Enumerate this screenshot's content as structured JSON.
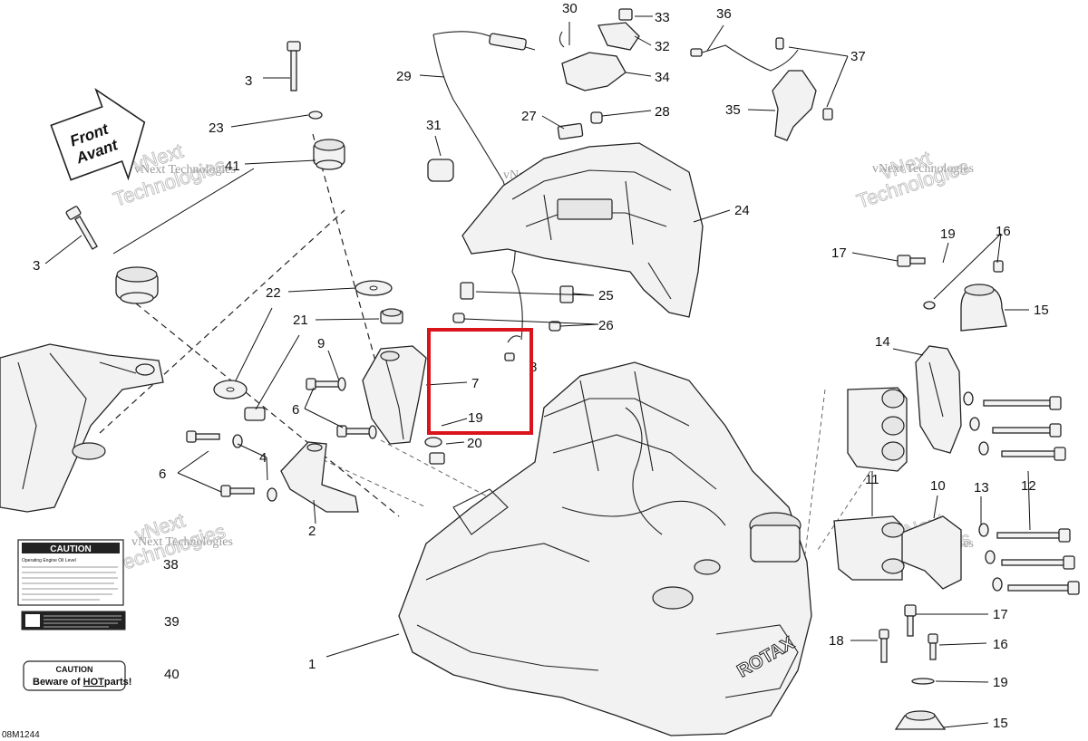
{
  "diagram_code": "08M1244",
  "arrow": {
    "line1": "Front",
    "line2": "Avant"
  },
  "watermark": {
    "company": "vNext Technologies",
    "word1": "vNext",
    "word2": "Technologies"
  },
  "labels": {
    "l3a": "3",
    "l23": "23",
    "l41": "41",
    "l3b": "3",
    "l22": "22",
    "l21": "21",
    "l9": "9",
    "l6a": "6",
    "l4": "4",
    "l6b": "6",
    "l2": "2",
    "l38": "38",
    "l39": "39",
    "l40": "40",
    "l1": "1",
    "l29": "29",
    "l30": "30",
    "l33": "33",
    "l32": "32",
    "l34": "34",
    "l27": "27",
    "l28": "28",
    "l31": "31",
    "l24": "24",
    "l25": "25",
    "l26": "26",
    "l8": "8",
    "l7": "7",
    "l19a": "19",
    "l20": "20",
    "l36": "36",
    "l37": "37",
    "l35": "35",
    "l17a": "17",
    "l19b": "19",
    "l16a": "16",
    "l15a": "15",
    "l14": "14",
    "l11": "11",
    "l13": "13",
    "l12": "12",
    "l10": "10",
    "l17b": "17",
    "l18": "18",
    "l16b": "16",
    "l19c": "19",
    "l15b": "15"
  },
  "decals": {
    "caution_label": {
      "title": "CAUTION",
      "subtitle": "Operating Engine Oil Level"
    },
    "hot_label": {
      "title": "CAUTION",
      "text_a": "Beware of ",
      "text_hot": "HOT",
      "text_b": "parts!"
    }
  },
  "engine_brand": "ROTAX",
  "highlight_color": "#d9141b"
}
